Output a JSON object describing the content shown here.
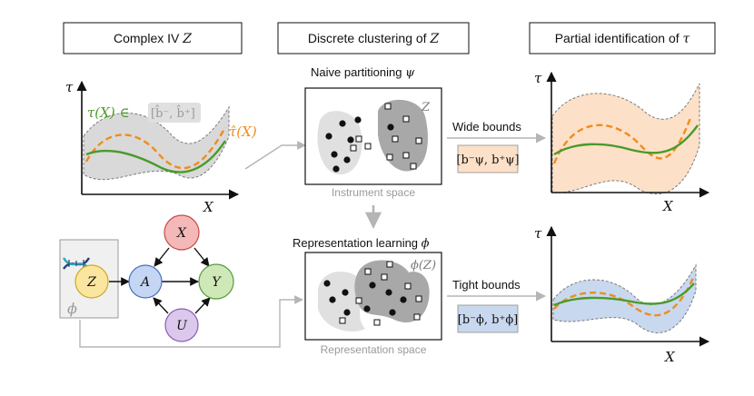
{
  "headers": {
    "left": "Complex IV ",
    "left_math": "Z",
    "middle": "Discrete clustering of ",
    "middle_math": "Z",
    "right": "Partial identification of ",
    "right_math": "τ"
  },
  "left_plot": {
    "y_label": "τ",
    "x_label": "X",
    "tau_label": "τ(X) ∈ ",
    "interval_label": "[b̂⁻, b̂⁺]",
    "tau_hat_label": "τ̂(X)"
  },
  "graph": {
    "nodes": [
      "X",
      "A",
      "Y",
      "U",
      "Z"
    ],
    "phi_label": "ϕ"
  },
  "middle_top": {
    "title": "Naive partitioning ",
    "title_math": "ψ",
    "z_label": "Z",
    "space_label": "Instrument space"
  },
  "middle_bottom": {
    "title": "Representation learning ",
    "title_math": "ϕ",
    "z_label": "ϕ(Z)",
    "space_label": "Representation space"
  },
  "arrows": {
    "wide": "Wide bounds",
    "wide_box": "[b⁻ψ, b⁺ψ]",
    "tight": "Tight bounds",
    "tight_box": "[b⁻ϕ, b⁺ϕ]"
  },
  "right_plots": {
    "y_label": "τ",
    "x_label": "X"
  },
  "colors": {
    "green": "#4a9a2a",
    "orange": "#f08c1c",
    "gray_band": "#d9d9d9",
    "orange_band": "#fde0c8",
    "blue_band": "#c8d8ee",
    "node_X": "#f4b8b8",
    "node_A": "#c4d6f4",
    "node_Y": "#cfe8b8",
    "node_U": "#dcc8ec",
    "node_Z": "#fbe6a0"
  }
}
